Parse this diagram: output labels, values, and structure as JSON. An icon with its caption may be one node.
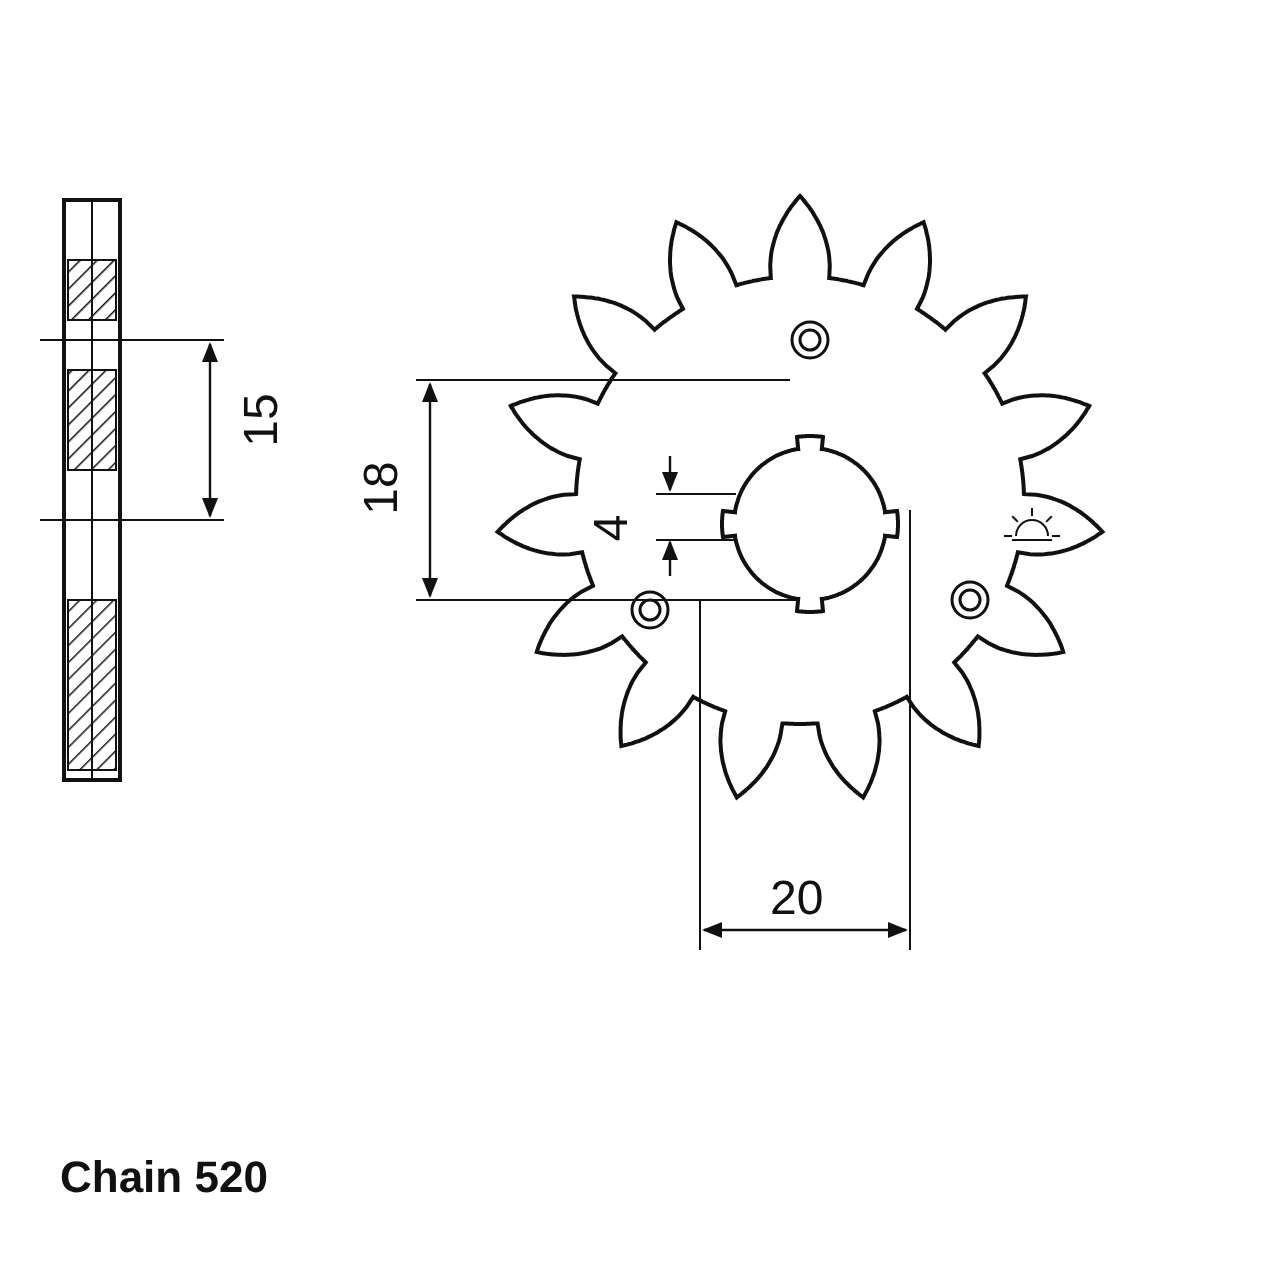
{
  "diagram": {
    "labels": [
      "15",
      "18",
      "4",
      "20",
      "Chain 520"
    ]
  }
}
